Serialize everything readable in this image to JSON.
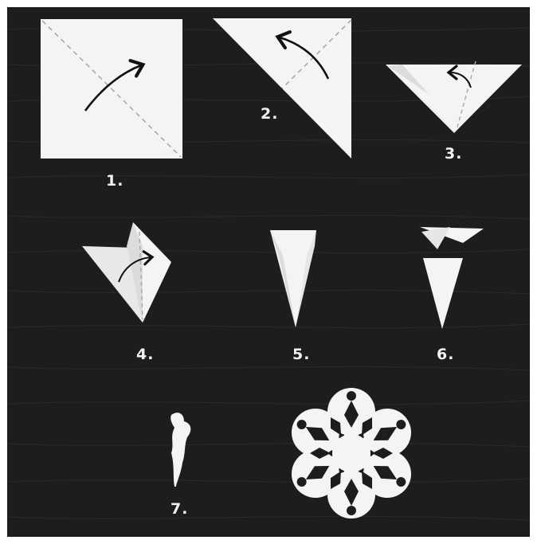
{
  "steps": [
    {
      "label": "1."
    },
    {
      "label": "2."
    },
    {
      "label": "3."
    },
    {
      "label": "4."
    },
    {
      "label": "5."
    },
    {
      "label": "6."
    },
    {
      "label": "7."
    }
  ],
  "colors": {
    "background": "#1d1d1d",
    "wood_grain": "#2b2b2b",
    "paper": "#f4f4f4",
    "paper_shadow": "#dcdcdc",
    "fold_line": "#a8a8a8",
    "arrow": "#111111",
    "label": "#f2f2f2"
  }
}
